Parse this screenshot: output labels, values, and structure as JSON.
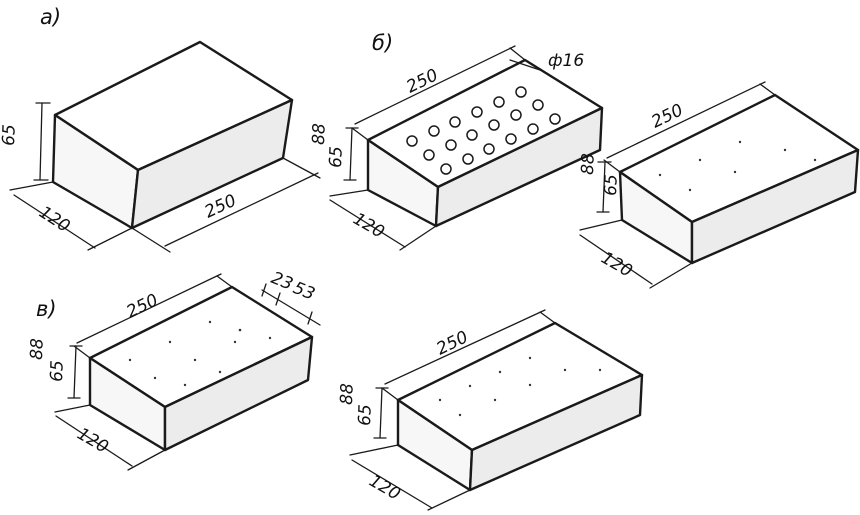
{
  "figure": {
    "parts": {
      "a": "а)",
      "b": "б)",
      "v": "в)"
    },
    "bricks": [
      {
        "id": "a",
        "length": "250",
        "width": "120",
        "height": "65"
      },
      {
        "id": "b1",
        "length": "250",
        "width": "120",
        "height_std": "65",
        "height_thick": "88",
        "hole_diameter": "ф16"
      },
      {
        "id": "b2",
        "length": "250",
        "width": "120",
        "height_std": "65",
        "height_thick": "88"
      },
      {
        "id": "v1",
        "length": "250",
        "width": "120",
        "height_std": "65",
        "height_thick": "88",
        "slot_a": "23",
        "slot_b": "53"
      },
      {
        "id": "v2",
        "length": "250",
        "width": "120",
        "height_std": "65",
        "height_thick": "88"
      }
    ]
  }
}
